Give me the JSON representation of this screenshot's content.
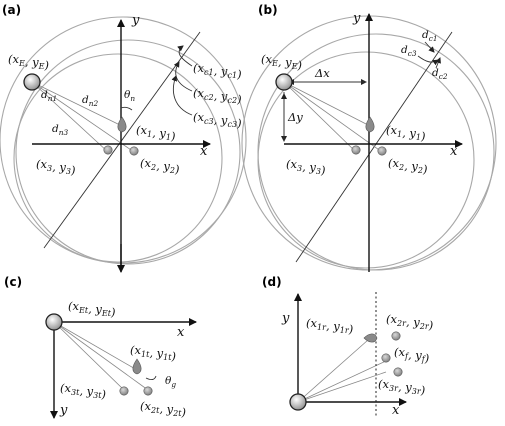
{
  "panels": {
    "a": {
      "label": "(a)",
      "axis_x": "x",
      "axis_y": "y",
      "emitter": "(x_E, y_E)",
      "p1": "(x_1, y_1)",
      "p2": "(x_2, y_2)",
      "p3": "(x_3, y_3)",
      "c1": "(x_c1, y_c1)",
      "c2": "(x_c2, y_c2)",
      "c3": "(x_c3, y_c3)",
      "dn1": "d_n1",
      "dn2": "d_n2",
      "dn3": "d_n3",
      "theta": "θ_n"
    },
    "b": {
      "label": "(b)",
      "axis_x": "x",
      "axis_y": "y",
      "emitter": "(x_E, y_E)",
      "p1": "(x_1, y_1)",
      "p2": "(x_2, y_2)",
      "p3": "(x_3, y_3)",
      "dx": "Δx",
      "dy": "Δy",
      "dc1": "d_c1",
      "dc2": "d_c2",
      "dc3": "d_c3"
    },
    "c": {
      "label": "(c)",
      "axis_x": "x",
      "axis_y": "y",
      "emitter": "(x_Et, y_Et)",
      "p1": "(x_1t, y_1t)",
      "p2": "(x_2t, y_2t)",
      "p3": "(x_3t, y_3t)",
      "theta": "θ_g"
    },
    "d": {
      "label": "(d)",
      "axis_x": "x",
      "axis_y": "y",
      "p1": "(x_1r, y_1r)",
      "p2": "(x_2r, y_2r)",
      "p3": "(x_3r, y_3r)",
      "pf": "(x_f, y_f)"
    }
  },
  "colors": {
    "marker": "#9a9a9a",
    "circles": "#a8a8a8",
    "ink": "#111111"
  }
}
